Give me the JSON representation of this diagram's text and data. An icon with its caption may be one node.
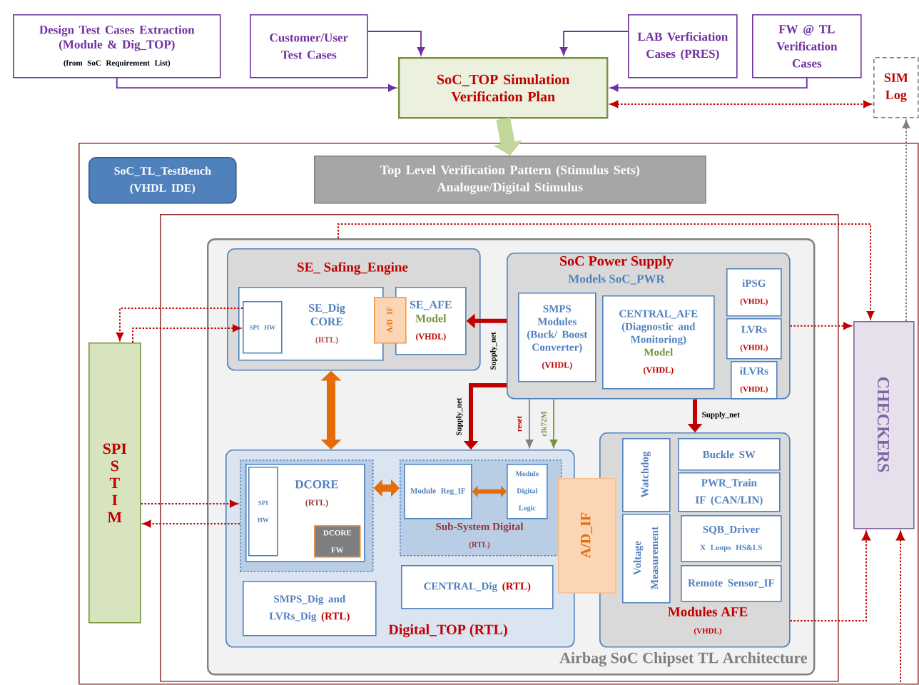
{
  "diagram": {
    "nodes": [
      {
        "text": [
          "Design Test Cases Extraction (Module & Dig_TOP)",
          "(from SoC Requirement List)"
        ]
      },
      {
        "text": [
          "Customer/User Test Cases"
        ]
      },
      {
        "text": [
          "SoC_TOP Simulation Verification Plan"
        ]
      },
      {
        "text": [
          "LAB Verficiation Cases (PRES)"
        ]
      },
      {
        "text": [
          "FW @ TL Verification Cases"
        ]
      },
      {
        "text": [
          "SIM Log"
        ]
      },
      {
        "text": [],
        "shape": "box"
      },
      {
        "text": [
          "SoC_TL_TestBench",
          "(VHDL IDE)"
        ],
        "in": 6
      },
      {
        "text": [
          "Top Level Verification Pattern (Stimulus Sets)",
          "Analogue/Digital Stimulus"
        ],
        "in": 6
      },
      {
        "text": [],
        "shape": "box",
        "in": 6
      },
      {
        "text": [
          "SPI S T I M"
        ],
        "in": 6
      },
      {
        "text": [
          "CHECKERS"
        ],
        "in": 6
      },
      {
        "text": [
          "Airbag SoC Chipset TL Architecture"
        ],
        "in": 9
      },
      {
        "text": [
          "SE_ Safing_Engine"
        ],
        "in": 12
      },
      {
        "text": [
          "SE_Dig CORE",
          "(RTL)"
        ],
        "in": 13
      },
      {
        "text": [
          "SPI HW"
        ],
        "in": 14
      },
      {
        "text": [
          "A/D IF"
        ],
        "in": 13
      },
      {
        "text": [
          "SE_AFE",
          "Model",
          "(VHDL)"
        ],
        "in": 13
      },
      {
        "text": [
          "SoC Power Supply",
          "Models SoC_PWR"
        ],
        "in": 12
      },
      {
        "text": [
          "SMPS Modules (Buck/ Boost Converter)",
          "(VHDL)"
        ],
        "in": 18
      },
      {
        "text": [
          "CENTRAL_AFE (Diagnostic and Monitoring)",
          "Model",
          "(VHDL)"
        ],
        "in": 18
      },
      {
        "text": [
          "iPSG",
          "(VHDL)"
        ],
        "in": 18
      },
      {
        "text": [
          "LVRs",
          "(VHDL)"
        ],
        "in": 18
      },
      {
        "text": [
          "iLVRs",
          "(VHDL)"
        ],
        "in": 18
      },
      {
        "text": [
          "Digital_TOP (RTL)"
        ],
        "in": 12
      },
      {
        "text": [],
        "shape": "box",
        "in": 24
      },
      {
        "text": [
          "DCORE",
          "(RTL)"
        ],
        "in": 25
      },
      {
        "text": [
          "SPI HW"
        ],
        "in": 26
      },
      {
        "text": [
          "DCORE FW"
        ],
        "in": 26
      },
      {
        "text": [
          "Sub-System Digital",
          "(RTL)"
        ],
        "in": 24
      },
      {
        "text": [
          "Module Reg_IF"
        ],
        "in": 29
      },
      {
        "text": [
          "Module Digital Logic"
        ],
        "in": 29
      },
      {
        "text": [
          "SMPS_Dig and LVRs_Dig",
          "(RTL)"
        ],
        "in": 24
      },
      {
        "text": [
          "CENTRAL_Dig",
          "(RTL)"
        ],
        "in": 24
      },
      {
        "text": [
          "A/D_IF"
        ],
        "in": 12
      },
      {
        "text": [
          "Modules AFE",
          "(VHDL)"
        ],
        "in": 12
      },
      {
        "text": [
          "Watchdog"
        ],
        "in": 35
      },
      {
        "text": [
          "Voltage Measurement"
        ],
        "in": 35
      },
      {
        "text": [
          "Buckle SW"
        ],
        "in": 35
      },
      {
        "text": [
          "PWR_Train IF (CAN/LIN)"
        ],
        "in": 35
      },
      {
        "text": [
          "SQB_Driver",
          "X Loops HS&LS"
        ],
        "in": 35
      },
      {
        "text": [
          "Remote Sensor_IF"
        ],
        "in": 35
      }
    ],
    "edges": [
      {
        "from": 0,
        "to": 2,
        "arrow": "to",
        "color": "#7030a0"
      },
      {
        "from": 1,
        "to": 2,
        "arrow": "to",
        "color": "#7030a0"
      },
      {
        "from": 3,
        "to": 2,
        "arrow": "to",
        "color": "#7030a0"
      },
      {
        "from": 4,
        "to": 2,
        "arrow": "to",
        "color": "#7030a0"
      },
      {
        "from": 2,
        "to": 5,
        "arrow": "both",
        "style": "dashed"
      },
      {
        "from": 2,
        "to": 8,
        "arrow": "to",
        "style": "thick",
        "color": "#c3d69b"
      },
      {
        "from": 11,
        "to": 5,
        "arrow": "to",
        "style": "dashed",
        "color": "#7f7f7f"
      },
      {
        "from": 12,
        "to": 11,
        "arrow": "to",
        "style": "dashed"
      },
      {
        "from": 18,
        "to": 11,
        "arrow": "to",
        "style": "dashed"
      },
      {
        "from": 35,
        "to": 11,
        "arrow": "to",
        "style": "dashed"
      },
      {
        "from": null,
        "to": 11,
        "arrow": "to",
        "style": "dashed"
      },
      {
        "from": 15,
        "to": 10,
        "arrow": "to",
        "style": "dashed"
      },
      {
        "from": 10,
        "to": 15,
        "arrow": "to",
        "style": "dashed"
      },
      {
        "from": 10,
        "to": 25,
        "arrow": "to",
        "style": "dashed"
      },
      {
        "from": 25,
        "to": 10,
        "arrow": "to",
        "style": "dashed"
      },
      {
        "from": 13,
        "to": 24,
        "arrow": "both",
        "style": "thick",
        "color": "#e46c0a"
      },
      {
        "from": 25,
        "to": 29,
        "arrow": "both",
        "style": "thick",
        "color": "#e46c0a"
      },
      {
        "from": 30,
        "to": 31,
        "arrow": "both",
        "style": "thick",
        "color": "#e46c0a"
      },
      {
        "from": 18,
        "to": 17,
        "arrow": "to",
        "style": "thick",
        "label": "Supply_net"
      },
      {
        "from": 18,
        "to": 24,
        "arrow": "to",
        "style": "thick",
        "label": "Supply_net"
      },
      {
        "from": 18,
        "to": 35,
        "arrow": "to",
        "style": "thick",
        "label": "Supply_net"
      },
      {
        "from": 18,
        "to": 24,
        "arrow": "to",
        "color": "#7f7f7f",
        "label": "reset"
      },
      {
        "from": 18,
        "to": 24,
        "arrow": "to",
        "color": "#77933c",
        "label": "clk72M"
      }
    ]
  }
}
